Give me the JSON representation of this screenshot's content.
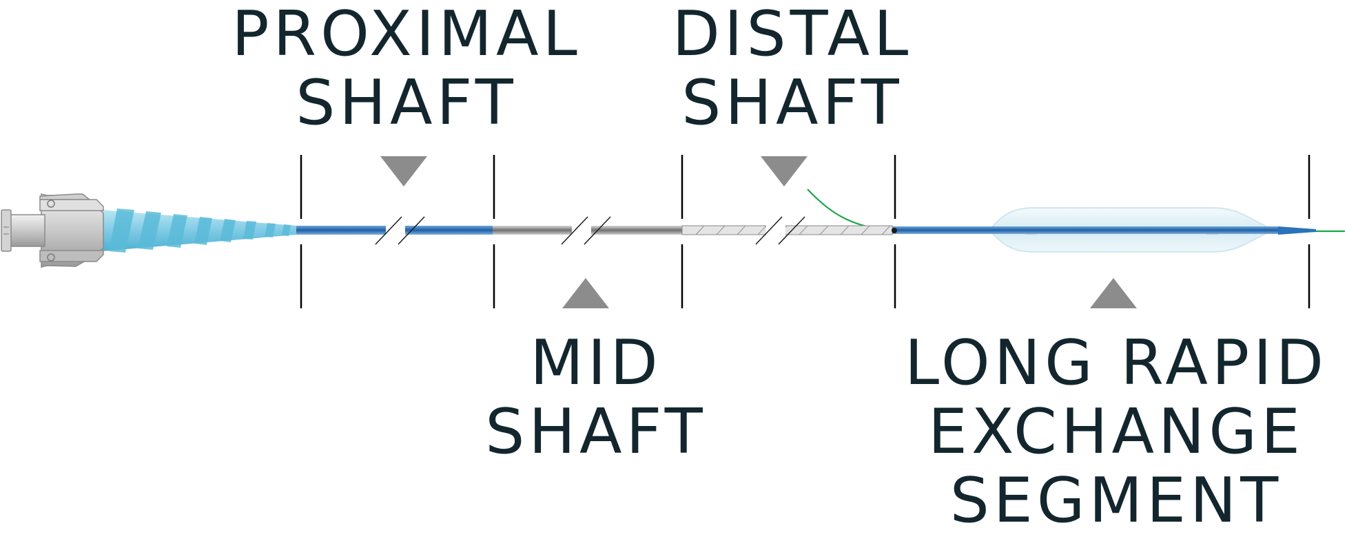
{
  "labels": {
    "proximal": {
      "line1": "PROXIMAL",
      "line2": "SHAFT"
    },
    "distal": {
      "line1": "DISTAL",
      "line2": "SHAFT"
    },
    "mid": {
      "line1": "MID",
      "line2": "SHAFT"
    },
    "rapid_exchange": {
      "line1": "LONG RAPID",
      "line2": "EXCHANGE",
      "line3": "SEGMENT"
    }
  },
  "colors": {
    "text": "#13262e",
    "marker": "#8c8c8c",
    "shaft_blue": "#1f6fb5",
    "hub_cyan": "#8dd3ea",
    "guidewire": "#1aa64a"
  }
}
